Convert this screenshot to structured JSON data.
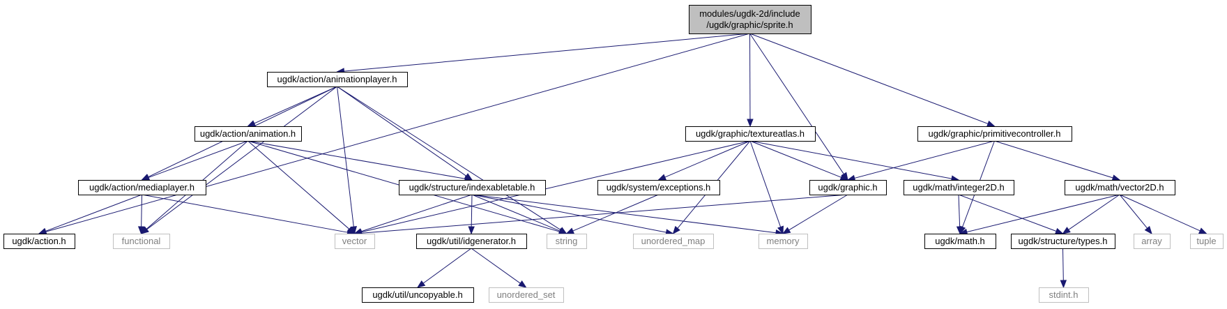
{
  "diagram": {
    "colors": {
      "edge": "#191970",
      "root_fill": "#bfbfbf",
      "external_border": "#bfbfbf",
      "external_text": "#7f7f7f"
    },
    "nodes": [
      {
        "id": "sprite",
        "label": "modules/ugdk-2d/include\n/ugdk/graphic/sprite.h",
        "kind": "root"
      },
      {
        "id": "animationplayer",
        "label": "ugdk/action/animationplayer.h",
        "kind": "header"
      },
      {
        "id": "animation",
        "label": "ugdk/action/animation.h",
        "kind": "header"
      },
      {
        "id": "mediaplayer",
        "label": "ugdk/action/mediaplayer.h",
        "kind": "header"
      },
      {
        "id": "action",
        "label": "ugdk/action.h",
        "kind": "header"
      },
      {
        "id": "functional",
        "label": "functional",
        "kind": "external"
      },
      {
        "id": "vector",
        "label": "vector",
        "kind": "external"
      },
      {
        "id": "indexabletable",
        "label": "ugdk/structure/indexabletable.h",
        "kind": "header"
      },
      {
        "id": "string",
        "label": "string",
        "kind": "external"
      },
      {
        "id": "idgenerator",
        "label": "ugdk/util/idgenerator.h",
        "kind": "header"
      },
      {
        "id": "uncopyable",
        "label": "ugdk/util/uncopyable.h",
        "kind": "header"
      },
      {
        "id": "unordered_set",
        "label": "unordered_set",
        "kind": "external"
      },
      {
        "id": "textureatlas",
        "label": "ugdk/graphic/textureatlas.h",
        "kind": "header"
      },
      {
        "id": "exceptions",
        "label": "ugdk/system/exceptions.h",
        "kind": "header"
      },
      {
        "id": "unordered_map",
        "label": "unordered_map",
        "kind": "external"
      },
      {
        "id": "memory",
        "label": "memory",
        "kind": "external"
      },
      {
        "id": "graphic",
        "label": "ugdk/graphic.h",
        "kind": "header"
      },
      {
        "id": "integer2d",
        "label": "ugdk/math/integer2D.h",
        "kind": "header"
      },
      {
        "id": "primitivecontroller",
        "label": "ugdk/graphic/primitivecontroller.h",
        "kind": "header"
      },
      {
        "id": "vector2d",
        "label": "ugdk/math/vector2D.h",
        "kind": "header"
      },
      {
        "id": "mathh",
        "label": "ugdk/math.h",
        "kind": "header"
      },
      {
        "id": "types",
        "label": "ugdk/structure/types.h",
        "kind": "header"
      },
      {
        "id": "array",
        "label": "array",
        "kind": "external"
      },
      {
        "id": "tuple",
        "label": "tuple",
        "kind": "external"
      },
      {
        "id": "stdint",
        "label": "stdint.h",
        "kind": "external"
      }
    ],
    "edges": [
      {
        "from": "sprite",
        "to": "animationplayer"
      },
      {
        "from": "sprite",
        "to": "action"
      },
      {
        "from": "sprite",
        "to": "textureatlas"
      },
      {
        "from": "sprite",
        "to": "graphic"
      },
      {
        "from": "sprite",
        "to": "primitivecontroller"
      },
      {
        "from": "animationplayer",
        "to": "functional"
      },
      {
        "from": "animationplayer",
        "to": "animation"
      },
      {
        "from": "animationplayer",
        "to": "mediaplayer"
      },
      {
        "from": "animationplayer",
        "to": "vector"
      },
      {
        "from": "animationplayer",
        "to": "indexabletable"
      },
      {
        "from": "animationplayer",
        "to": "string"
      },
      {
        "from": "animation",
        "to": "mediaplayer"
      },
      {
        "from": "animation",
        "to": "functional"
      },
      {
        "from": "animation",
        "to": "vector"
      },
      {
        "from": "animation",
        "to": "indexabletable"
      },
      {
        "from": "animation",
        "to": "string"
      },
      {
        "from": "mediaplayer",
        "to": "action"
      },
      {
        "from": "mediaplayer",
        "to": "functional"
      },
      {
        "from": "mediaplayer",
        "to": "vector"
      },
      {
        "from": "indexabletable",
        "to": "vector"
      },
      {
        "from": "indexabletable",
        "to": "idgenerator"
      },
      {
        "from": "indexabletable",
        "to": "string"
      },
      {
        "from": "indexabletable",
        "to": "unordered_map"
      },
      {
        "from": "indexabletable",
        "to": "memory"
      },
      {
        "from": "idgenerator",
        "to": "uncopyable"
      },
      {
        "from": "idgenerator",
        "to": "unordered_set"
      },
      {
        "from": "textureatlas",
        "to": "vector"
      },
      {
        "from": "textureatlas",
        "to": "exceptions"
      },
      {
        "from": "textureatlas",
        "to": "unordered_map"
      },
      {
        "from": "textureatlas",
        "to": "memory"
      },
      {
        "from": "textureatlas",
        "to": "graphic"
      },
      {
        "from": "textureatlas",
        "to": "integer2d"
      },
      {
        "from": "exceptions",
        "to": "string"
      },
      {
        "from": "graphic",
        "to": "vector"
      },
      {
        "from": "graphic",
        "to": "memory"
      },
      {
        "from": "integer2d",
        "to": "mathh"
      },
      {
        "from": "integer2d",
        "to": "types"
      },
      {
        "from": "primitivecontroller",
        "to": "graphic"
      },
      {
        "from": "primitivecontroller",
        "to": "vector2d"
      },
      {
        "from": "primitivecontroller",
        "to": "mathh"
      },
      {
        "from": "vector2d",
        "to": "mathh"
      },
      {
        "from": "vector2d",
        "to": "types"
      },
      {
        "from": "vector2d",
        "to": "array"
      },
      {
        "from": "vector2d",
        "to": "tuple"
      },
      {
        "from": "types",
        "to": "stdint"
      }
    ]
  }
}
